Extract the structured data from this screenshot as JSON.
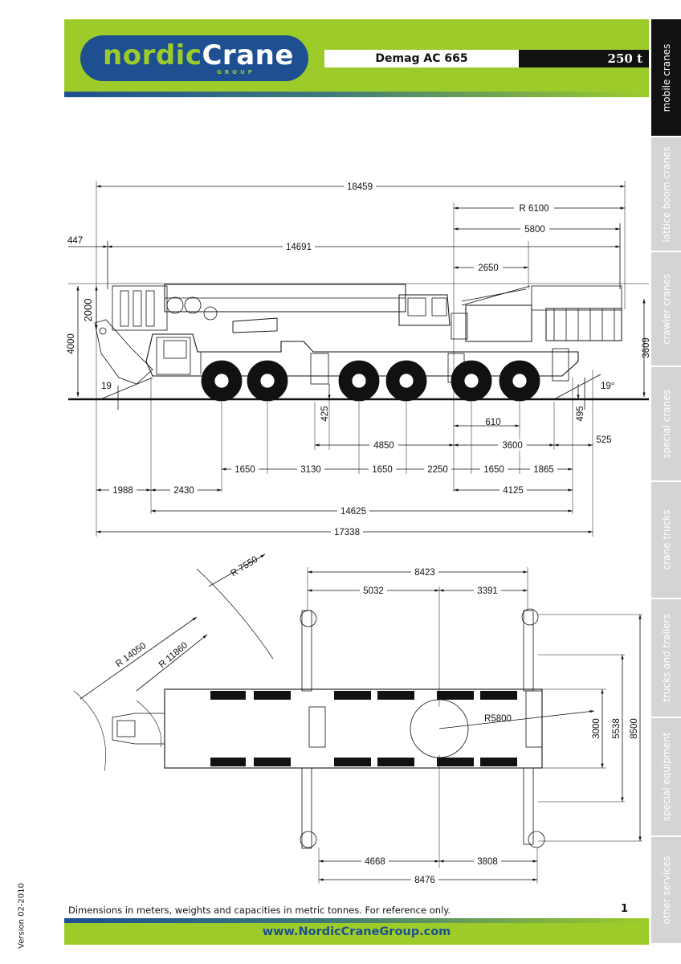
{
  "header": {
    "logo_part1": "nordic",
    "logo_part2": "Crane",
    "logo_group": "GROUP",
    "model": "Demag AC 665",
    "capacity": "250 t"
  },
  "sidebar": {
    "tabs": [
      {
        "label": "mobile cranes",
        "active": true
      },
      {
        "label": "lattice boom cranes",
        "active": false
      },
      {
        "label": "crawler cranes",
        "active": false
      },
      {
        "label": "special cranes",
        "active": false
      },
      {
        "label": "crane trucks",
        "active": false
      },
      {
        "label": "trucks and trailers",
        "active": false
      },
      {
        "label": "special equipment",
        "active": false
      },
      {
        "label": "other services",
        "active": false
      }
    ]
  },
  "side_view": {
    "dims": {
      "overall_top": "18459",
      "radius_tail": "R 6100",
      "tail_5800": "5800",
      "front_447": "447",
      "len_14691": "14691",
      "d_2650": "2650",
      "h_2000": "2000",
      "h_4000": "4000",
      "h_3609": "3609",
      "ang_front": "19",
      "ang_rear": "19°",
      "h_425": "425",
      "h_495": "495",
      "d_610": "610",
      "d_4850": "4850",
      "d_3600": "3600",
      "d_525": "525",
      "a_1650a": "1650",
      "a_3130": "3130",
      "a_1650b": "1650",
      "a_2250": "2250",
      "a_1650c": "1650",
      "a_1865": "1865",
      "d_1988": "1988",
      "d_2430": "2430",
      "d_4125": "4125",
      "d_14625": "14625",
      "d_17338": "17338"
    }
  },
  "top_view": {
    "dims": {
      "r_7550": "R 7550",
      "r_14050": "R 14050",
      "r_11860": "R 11860",
      "r_5800": "R5800",
      "w_8423": "8423",
      "w_5032": "5032",
      "w_3391": "3391",
      "h_3000": "3000",
      "h_5538": "5538",
      "h_8500": "8500",
      "w_4668": "4668",
      "w_3808": "3808",
      "w_8476": "8476"
    }
  },
  "footer": {
    "note": "Dimensions in meters, weights and capacities in metric tonnes. For reference only.",
    "page": "1",
    "url": "www.NordicCraneGroup.com",
    "version": "Version 02-2010"
  }
}
